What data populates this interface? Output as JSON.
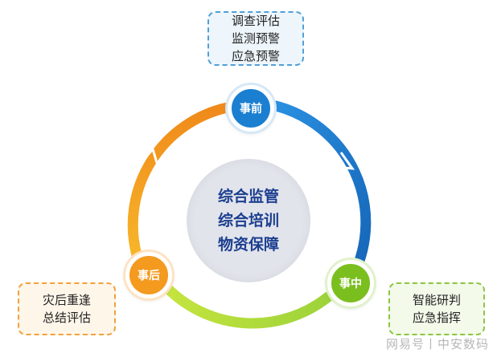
{
  "top_box": {
    "lines": [
      "调查评估",
      "监测预警",
      "应急预警"
    ]
  },
  "left_box": {
    "lines": [
      "灾后重逢",
      "总结评估"
    ]
  },
  "right_box": {
    "lines": [
      "智能研判",
      "应急指挥"
    ]
  },
  "nodes": {
    "top": "事前",
    "left": "事后",
    "right": "事中"
  },
  "center": {
    "lines": [
      "综合监管",
      "综合培训",
      "物资保障"
    ]
  },
  "watermark": "网易号丨中安数码",
  "colors": {
    "blue": "#1a7fd1",
    "orange": "#f39a1f",
    "green": "#7bbf1f",
    "center_text": "#1c3f8f"
  }
}
